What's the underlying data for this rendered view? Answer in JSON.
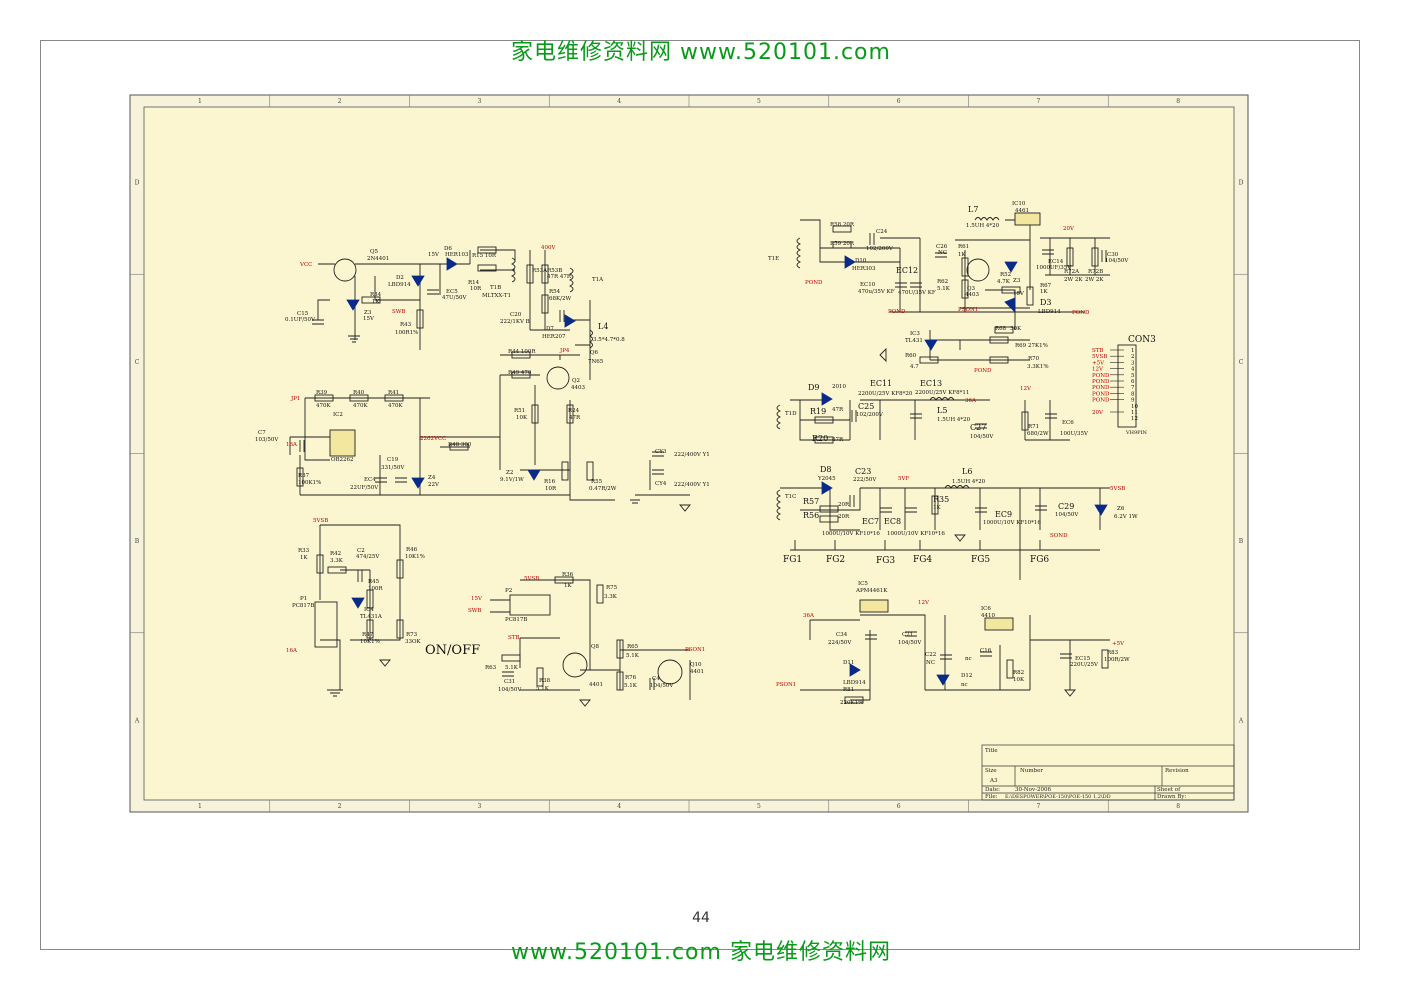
{
  "watermark": {
    "top": "家电维修资料网  www.520101.com",
    "bottom": "www.520101.com 家电维修资料网",
    "color": "#0a9a1a"
  },
  "page_number": "44",
  "zone_columns": [
    "1",
    "2",
    "3",
    "4",
    "5",
    "6",
    "7",
    "8"
  ],
  "zone_rows": [
    "D",
    "C",
    "B",
    "A"
  ],
  "title_block": {
    "title_label": "Title",
    "size_label": "Size",
    "size_value": "A3",
    "number_label": "Number",
    "revision_label": "Revision",
    "date_label": "Date:",
    "date_value": "30-Nov-2006",
    "sheet_label": "Sheet  of",
    "file_label": "File:",
    "file_value": "E:\\DESPOWER\\POE-150\\POE-150  1.2\\DD",
    "drawn_label": "Drawn By:"
  },
  "on_off_label": "ON/OFF",
  "connector": {
    "name": "CON3",
    "part": "VH9PIN",
    "pins": [
      "1",
      "2",
      "3",
      "4",
      "5",
      "6",
      "7",
      "8",
      "9",
      "10",
      "11",
      "12"
    ],
    "signals": [
      "STB",
      "5VSB",
      "+5V",
      "12V",
      "POND",
      "POND",
      "POND",
      "POND",
      "POND",
      "",
      "20V",
      ""
    ]
  },
  "labels": [
    {
      "id": "q5",
      "text": "Q5"
    },
    {
      "id": "q5v",
      "text": "2N4401"
    },
    {
      "id": "vcc",
      "text": "VCC"
    },
    {
      "id": "d6",
      "text": "D6"
    },
    {
      "id": "d6v",
      "text": "HER103"
    },
    {
      "id": "v15",
      "text": "15V"
    },
    {
      "id": "r15",
      "text": "R15  10R"
    },
    {
      "id": "r14",
      "text": "R14"
    },
    {
      "id": "r14v",
      "text": "10R"
    },
    {
      "id": "t1b",
      "text": "T1B"
    },
    {
      "id": "t1bv",
      "text": "MLTXX-T1"
    },
    {
      "id": "d2",
      "text": "D2"
    },
    {
      "id": "d2v",
      "text": "LBD914"
    },
    {
      "id": "ec5",
      "text": "EC5"
    },
    {
      "id": "ec5v",
      "text": "47U/50V"
    },
    {
      "id": "r34",
      "text": "R34"
    },
    {
      "id": "r34v",
      "text": "1K"
    },
    {
      "id": "c15",
      "text": "C15"
    },
    {
      "id": "c15v",
      "text": "0.1UF/50V"
    },
    {
      "id": "z3",
      "text": "Z3"
    },
    {
      "id": "z3v",
      "text": "15V"
    },
    {
      "id": "swb",
      "text": "SWB"
    },
    {
      "id": "r43",
      "text": "R43"
    },
    {
      "id": "r43v",
      "text": "100R1%"
    },
    {
      "id": "v400",
      "text": "400V"
    },
    {
      "id": "r53",
      "text": "R53AR53B"
    },
    {
      "id": "r53v",
      "text": "47R  47R"
    },
    {
      "id": "t1a",
      "text": "T1A"
    },
    {
      "id": "r54",
      "text": "R54"
    },
    {
      "id": "r54v",
      "text": "68K/2W"
    },
    {
      "id": "c20",
      "text": "C20"
    },
    {
      "id": "c20v",
      "text": "222/1KV B"
    },
    {
      "id": "d7",
      "text": "D7"
    },
    {
      "id": "d7v",
      "text": "HER207"
    },
    {
      "id": "l4",
      "text": "L4"
    },
    {
      "id": "l4v",
      "text": "3.5*4.7*0.8"
    },
    {
      "id": "jp4",
      "text": "JP4"
    },
    {
      "id": "q6",
      "text": "Q6"
    },
    {
      "id": "q6v",
      "text": "7N65"
    },
    {
      "id": "r44",
      "text": "R44  100R"
    },
    {
      "id": "r49",
      "text": "R49  470"
    },
    {
      "id": "q2",
      "text": "Q2"
    },
    {
      "id": "q2v",
      "text": "4403"
    },
    {
      "id": "r51",
      "text": "R51"
    },
    {
      "id": "r51v",
      "text": "10K"
    },
    {
      "id": "r24",
      "text": "R24"
    },
    {
      "id": "r24v",
      "text": "47R"
    },
    {
      "id": "jp1",
      "text": "JP1"
    },
    {
      "id": "r39",
      "text": "R39"
    },
    {
      "id": "r39v",
      "text": "470K"
    },
    {
      "id": "r40",
      "text": "R40"
    },
    {
      "id": "r40v",
      "text": "470K"
    },
    {
      "id": "r41",
      "text": "R41"
    },
    {
      "id": "r41v",
      "text": "470K"
    },
    {
      "id": "ic2",
      "text": "IC2"
    },
    {
      "id": "ic2v",
      "text": "OB2262"
    },
    {
      "id": "c7",
      "text": "C7"
    },
    {
      "id": "c7v",
      "text": "103/50V"
    },
    {
      "id": "a16",
      "text": "16A"
    },
    {
      "id": "vcc2262",
      "text": "2262VCC"
    },
    {
      "id": "r48",
      "text": "R48  300"
    },
    {
      "id": "c19",
      "text": "C19"
    },
    {
      "id": "c19v",
      "text": "331/50V"
    },
    {
      "id": "r37",
      "text": "R37"
    },
    {
      "id": "r37v",
      "text": "100K1%"
    },
    {
      "id": "ec4",
      "text": "EC4"
    },
    {
      "id": "ec4v",
      "text": "22UF/50V"
    },
    {
      "id": "z4",
      "text": "Z4"
    },
    {
      "id": "z4v",
      "text": "22V"
    },
    {
      "id": "z2",
      "text": "Z2"
    },
    {
      "id": "z2v",
      "text": "9.1V/1W"
    },
    {
      "id": "r16",
      "text": "R16"
    },
    {
      "id": "r16v",
      "text": "10R"
    },
    {
      "id": "r55",
      "text": "R55"
    },
    {
      "id": "r55v",
      "text": "0.47R/2W"
    },
    {
      "id": "cy3",
      "text": "CY3"
    },
    {
      "id": "cy3v",
      "text": "222/400V Y1"
    },
    {
      "id": "cy4",
      "text": "CY4"
    },
    {
      "id": "cy4v",
      "text": "222/400V Y1"
    },
    {
      "id": "vsb5",
      "text": "5VSB"
    },
    {
      "id": "r33",
      "text": "R33"
    },
    {
      "id": "r33v",
      "text": "1K"
    },
    {
      "id": "r42",
      "text": "R42"
    },
    {
      "id": "r42v",
      "text": "3.3K"
    },
    {
      "id": "c2",
      "text": "C2"
    },
    {
      "id": "c2v",
      "text": "474/25V"
    },
    {
      "id": "r46",
      "text": "R46"
    },
    {
      "id": "r46v",
      "text": "10K1%"
    },
    {
      "id": "r45",
      "text": "R45"
    },
    {
      "id": "r45v",
      "text": "100R"
    },
    {
      "id": "p1",
      "text": "P1"
    },
    {
      "id": "p1v",
      "text": "PC817B"
    },
    {
      "id": "ic4",
      "text": "IC4"
    },
    {
      "id": "ic4v",
      "text": "TL431A"
    },
    {
      "id": "r47",
      "text": "R47"
    },
    {
      "id": "r47v",
      "text": "10K1%"
    },
    {
      "id": "r73",
      "text": "R73"
    },
    {
      "id": "r73v",
      "text": "33OK"
    },
    {
      "id": "a16b",
      "text": "16A"
    },
    {
      "id": "vsb5b",
      "text": "5VSB"
    },
    {
      "id": "r36",
      "text": "R36"
    },
    {
      "id": "r36v",
      "text": "1K"
    },
    {
      "id": "r75",
      "text": "R75"
    },
    {
      "id": "r75v",
      "text": "3.3K"
    },
    {
      "id": "p2",
      "text": "P2"
    },
    {
      "id": "p2v",
      "text": "PC817B"
    },
    {
      "id": "v15b",
      "text": "15V"
    },
    {
      "id": "swb2",
      "text": "SWB"
    },
    {
      "id": "stb",
      "text": "STB"
    },
    {
      "id": "r63",
      "text": "R63"
    },
    {
      "id": "r63v",
      "text": "5.1K"
    },
    {
      "id": "q8",
      "text": "Q8"
    },
    {
      "id": "q8v",
      "text": "4401"
    },
    {
      "id": "r65",
      "text": "R65"
    },
    {
      "id": "r65v",
      "text": "5.1K"
    },
    {
      "id": "pson1",
      "text": "PSON1"
    },
    {
      "id": "q10",
      "text": "Q10"
    },
    {
      "id": "q10v",
      "text": "4401"
    },
    {
      "id": "c31",
      "text": "C31"
    },
    {
      "id": "c31v",
      "text": "104/50V"
    },
    {
      "id": "r38",
      "text": "R38"
    },
    {
      "id": "r38v",
      "text": "5.1K"
    },
    {
      "id": "r76",
      "text": "R76"
    },
    {
      "id": "r76v",
      "text": "5.1K"
    },
    {
      "id": "c4",
      "text": "C4"
    },
    {
      "id": "c4v",
      "text": "104/50V"
    },
    {
      "id": "t1e",
      "text": "T1E"
    },
    {
      "id": "r58",
      "text": "R58  20R"
    },
    {
      "id": "r59",
      "text": "R59  20R"
    },
    {
      "id": "c24",
      "text": "C24"
    },
    {
      "id": "c24v",
      "text": "102/200V"
    },
    {
      "id": "d10",
      "text": "D10"
    },
    {
      "id": "d10v",
      "text": "HER303"
    },
    {
      "id": "ec10",
      "text": "EC10"
    },
    {
      "id": "ec10v",
      "text": "470u/35V KF"
    },
    {
      "id": "ec12",
      "text": "EC12"
    },
    {
      "id": "ec12v",
      "text": "470U/35V KF"
    },
    {
      "id": "l7",
      "text": "L7"
    },
    {
      "id": "l7v",
      "text": "1.5UH 4*20"
    },
    {
      "id": "ic10",
      "text": "IC10"
    },
    {
      "id": "ic10v",
      "text": "4461"
    },
    {
      "id": "c26",
      "text": "C26"
    },
    {
      "id": "c26v",
      "text": "NC"
    },
    {
      "id": "r61",
      "text": "R61"
    },
    {
      "id": "r61v",
      "text": "1K"
    },
    {
      "id": "r62",
      "text": "R62"
    },
    {
      "id": "r62v",
      "text": "5.1K"
    },
    {
      "id": "q3",
      "text": "Q3"
    },
    {
      "id": "q3v",
      "text": "4403"
    },
    {
      "id": "r52",
      "text": "R52"
    },
    {
      "id": "r52v",
      "text": "4.7K"
    },
    {
      "id": "z3b",
      "text": "Z3"
    },
    {
      "id": "v15c",
      "text": "15V"
    },
    {
      "id": "v20",
      "text": "20V"
    },
    {
      "id": "ec14",
      "text": "EC14"
    },
    {
      "id": "ec14v",
      "text": "1000UF/35V"
    },
    {
      "id": "r72a",
      "text": "R72A"
    },
    {
      "id": "r72av",
      "text": "2W 2K"
    },
    {
      "id": "r72b",
      "text": "R72B"
    },
    {
      "id": "r72bv",
      "text": "2W 2K"
    },
    {
      "id": "c30",
      "text": "C30"
    },
    {
      "id": "c30v",
      "text": "104/50V"
    },
    {
      "id": "r67",
      "text": "R67"
    },
    {
      "id": "r67v",
      "text": "1K"
    },
    {
      "id": "pson1b",
      "text": "PSON1"
    },
    {
      "id": "d3",
      "text": "D3"
    },
    {
      "id": "d3v",
      "text": "LBD914"
    },
    {
      "id": "pond1",
      "text": "POND"
    },
    {
      "id": "pond2",
      "text": "POND"
    },
    {
      "id": "pond3",
      "text": "POND"
    },
    {
      "id": "r68",
      "text": "R68"
    },
    {
      "id": "r68v",
      "text": "30K"
    },
    {
      "id": "ic3",
      "text": "IC3"
    },
    {
      "id": "ic3v",
      "text": "TL431"
    },
    {
      "id": "r69",
      "text": "R69"
    },
    {
      "id": "r69v",
      "text": "27K1%"
    },
    {
      "id": "r60",
      "text": "R60"
    },
    {
      "id": "r60v",
      "text": "4.7"
    },
    {
      "id": "r70",
      "text": "R70"
    },
    {
      "id": "r70v",
      "text": "3.3K1%"
    },
    {
      "id": "pond4",
      "text": "POND"
    },
    {
      "id": "d9",
      "text": "D9"
    },
    {
      "id": "d9v",
      "text": "2010"
    },
    {
      "id": "ec11",
      "text": "EC11"
    },
    {
      "id": "ec11v",
      "text": "2200U/25V KF8*20"
    },
    {
      "id": "ec13",
      "text": "EC13"
    },
    {
      "id": "ec13v",
      "text": "2200U/25V KF8*11"
    },
    {
      "id": "a36",
      "text": "36A"
    },
    {
      "id": "t1d",
      "text": "T1D"
    },
    {
      "id": "r19",
      "text": "R19"
    },
    {
      "id": "r19v",
      "text": "47R"
    },
    {
      "id": "c25",
      "text": "C25"
    },
    {
      "id": "c25v",
      "text": "102/200V"
    },
    {
      "id": "r20",
      "text": "R20"
    },
    {
      "id": "r20v",
      "text": "47R"
    },
    {
      "id": "l5",
      "text": "L5"
    },
    {
      "id": "l5v",
      "text": "1.5UH 4*20"
    },
    {
      "id": "v12",
      "text": "12V"
    },
    {
      "id": "r71",
      "text": "R71"
    },
    {
      "id": "r71v",
      "text": "680/2W"
    },
    {
      "id": "ec6",
      "text": "EC6"
    },
    {
      "id": "ec6v",
      "text": "100U/35V"
    },
    {
      "id": "c27",
      "text": "C27"
    },
    {
      "id": "c27v",
      "text": "104/50V"
    },
    {
      "id": "d8",
      "text": "D8"
    },
    {
      "id": "d8v",
      "text": "Y2045"
    },
    {
      "id": "c23",
      "text": "C23"
    },
    {
      "id": "c23v",
      "text": "222/50V"
    },
    {
      "id": "l6",
      "text": "L6"
    },
    {
      "id": "l6v",
      "text": "1.5UH 4*20"
    },
    {
      "id": "v5v",
      "text": "5VF"
    },
    {
      "id": "t1c",
      "text": "T1C"
    },
    {
      "id": "r57",
      "text": "R57"
    },
    {
      "id": "r57v",
      "text": "20R"
    },
    {
      "id": "r56",
      "text": "R56"
    },
    {
      "id": "r56v",
      "text": "20R"
    },
    {
      "id": "r35",
      "text": "R35"
    },
    {
      "id": "r35v",
      "text": "1K"
    },
    {
      "id": "ec7",
      "text": "EC7"
    },
    {
      "id": "ec7v",
      "text": "1000U/10V KF10*16"
    },
    {
      "id": "ec8",
      "text": "EC8"
    },
    {
      "id": "ec8v",
      "text": "1000U/10V KF10*16"
    },
    {
      "id": "ec9",
      "text": "EC9"
    },
    {
      "id": "ec9v",
      "text": "1000U/10V KF10*16"
    },
    {
      "id": "c29",
      "text": "C29"
    },
    {
      "id": "c29v",
      "text": "104/50V"
    },
    {
      "id": "vsb5c",
      "text": "5VSB"
    },
    {
      "id": "z6",
      "text": "Z6"
    },
    {
      "id": "z6v",
      "text": "6.2V 1W"
    },
    {
      "id": "sond",
      "text": "SOND"
    },
    {
      "id": "fg1",
      "text": "FG1"
    },
    {
      "id": "fg2",
      "text": "FG2"
    },
    {
      "id": "fg3",
      "text": "FG3"
    },
    {
      "id": "fg4",
      "text": "FG4"
    },
    {
      "id": "fg5",
      "text": "FG5"
    },
    {
      "id": "fg6",
      "text": "FG6"
    },
    {
      "id": "ic5",
      "text": "IC5"
    },
    {
      "id": "ic5v",
      "text": "APM4461K"
    },
    {
      "id": "a36b",
      "text": "36A"
    },
    {
      "id": "c34",
      "text": "C34"
    },
    {
      "id": "c34v",
      "text": "224/50V"
    },
    {
      "id": "c21",
      "text": "C21"
    },
    {
      "id": "c21v",
      "text": "104/50V"
    },
    {
      "id": "v12b",
      "text": "12V"
    },
    {
      "id": "d11",
      "text": "D11"
    },
    {
      "id": "d11v",
      "text": "LBD914"
    },
    {
      "id": "pson1c",
      "text": "PSON1"
    },
    {
      "id": "r81",
      "text": "R81"
    },
    {
      "id": "r81v",
      "text": "220K1%"
    },
    {
      "id": "ic6",
      "text": "IC6"
    },
    {
      "id": "ic6v",
      "text": "4410"
    },
    {
      "id": "c22",
      "text": "C22"
    },
    {
      "id": "c22v",
      "text": "NC"
    },
    {
      "id": "c16",
      "text": "C16"
    },
    {
      "id": "c16v",
      "text": "nc"
    },
    {
      "id": "d12",
      "text": "D12"
    },
    {
      "id": "d12v",
      "text": "nc"
    },
    {
      "id": "r82",
      "text": "R82"
    },
    {
      "id": "r82v",
      "text": "10K"
    },
    {
      "id": "p5v",
      "text": "+5V"
    },
    {
      "id": "ec15",
      "text": "EC15"
    },
    {
      "id": "ec15v",
      "text": "220U/25V"
    },
    {
      "id": "r83",
      "text": "R83"
    },
    {
      "id": "r83v",
      "text": "100R/2W"
    }
  ]
}
